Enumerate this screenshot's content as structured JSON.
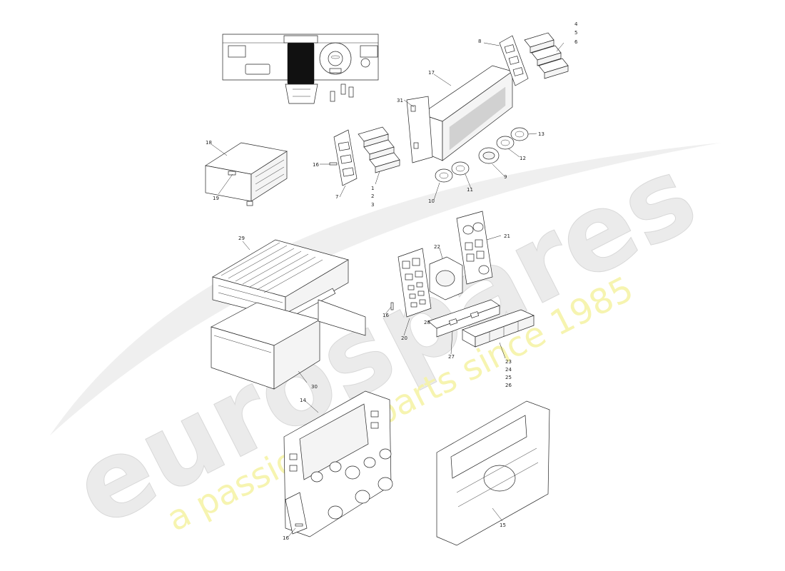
{
  "watermark": {
    "brand": "eurospares",
    "tagline": "a passion for parts since 1985"
  },
  "callouts": [
    {
      "id": "c1",
      "text": "1"
    },
    {
      "id": "c2",
      "text": "2"
    },
    {
      "id": "c3",
      "text": "3"
    },
    {
      "id": "c4",
      "text": "4"
    },
    {
      "id": "c5",
      "text": "5"
    },
    {
      "id": "c6",
      "text": "6"
    },
    {
      "id": "c7",
      "text": "7"
    },
    {
      "id": "c8",
      "text": "8"
    },
    {
      "id": "c9",
      "text": "9"
    },
    {
      "id": "c10",
      "text": "10"
    },
    {
      "id": "c11",
      "text": "11"
    },
    {
      "id": "c12",
      "text": "12"
    },
    {
      "id": "c13",
      "text": "13"
    },
    {
      "id": "c14",
      "text": "14"
    },
    {
      "id": "c15",
      "text": "15"
    },
    {
      "id": "c16a",
      "text": "16"
    },
    {
      "id": "c16b",
      "text": "16"
    },
    {
      "id": "c16c",
      "text": "16"
    },
    {
      "id": "c17",
      "text": "17"
    },
    {
      "id": "c18",
      "text": "18"
    },
    {
      "id": "c19",
      "text": "19"
    },
    {
      "id": "c20",
      "text": "20"
    },
    {
      "id": "c21",
      "text": "21"
    },
    {
      "id": "c22",
      "text": "22"
    },
    {
      "id": "c23",
      "text": "23"
    },
    {
      "id": "c24",
      "text": "24"
    },
    {
      "id": "c25",
      "text": "25"
    },
    {
      "id": "c26",
      "text": "26"
    },
    {
      "id": "c27",
      "text": "27"
    },
    {
      "id": "c28",
      "text": "28"
    },
    {
      "id": "c29",
      "text": "29"
    },
    {
      "id": "c30",
      "text": "30"
    },
    {
      "id": "c31",
      "text": "31"
    }
  ]
}
